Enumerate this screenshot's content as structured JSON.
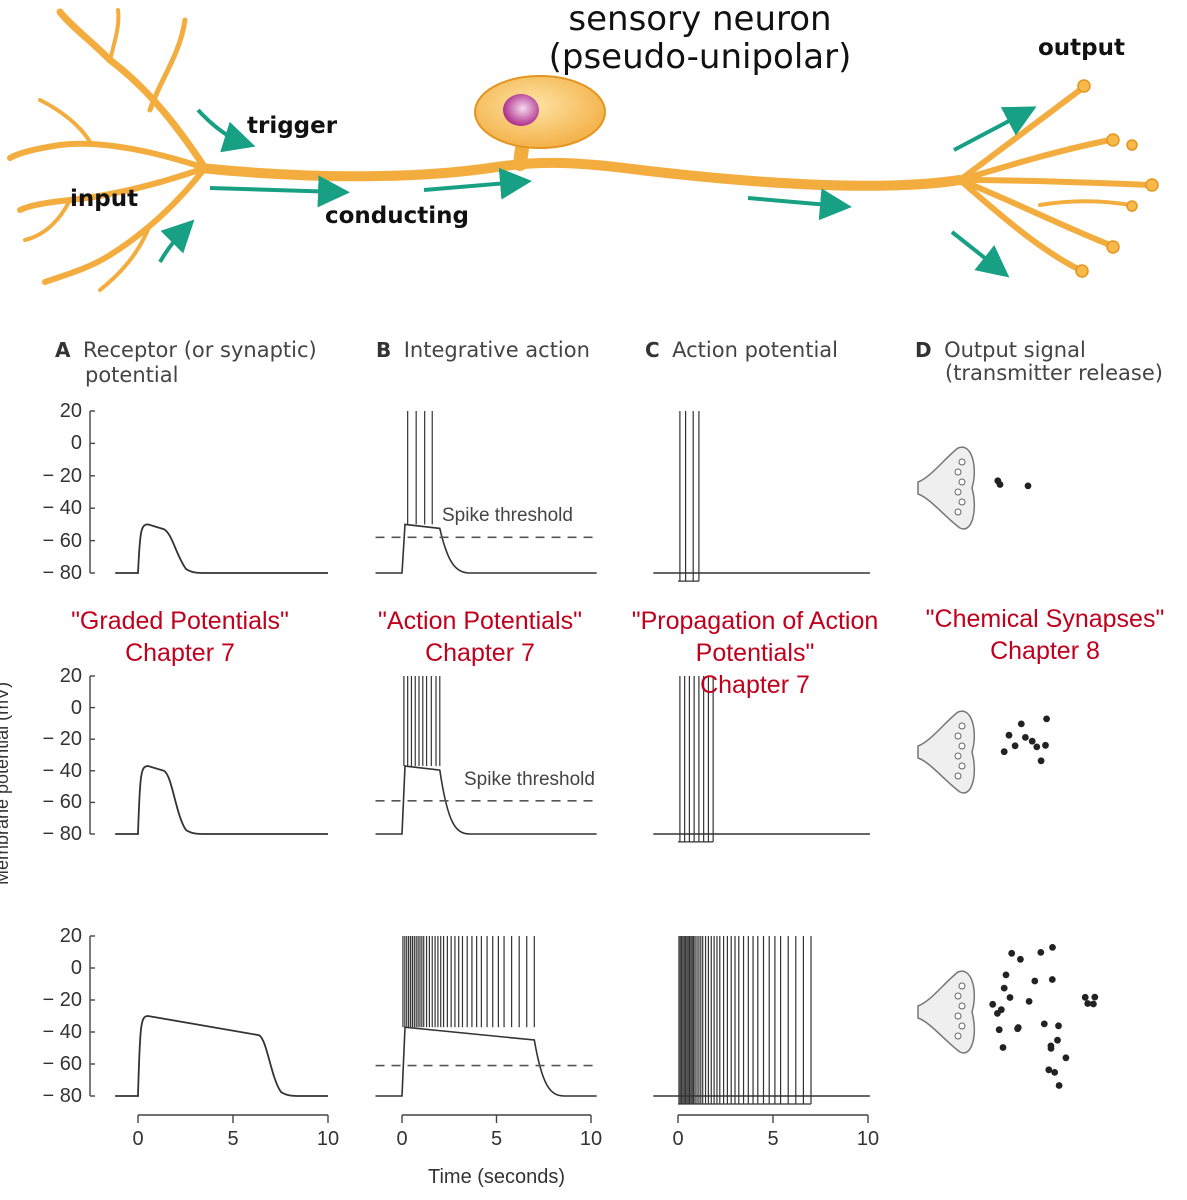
{
  "neuron": {
    "title_line1": "sensory neuron",
    "title_line2": "(pseudo-unipolar)",
    "labels": {
      "input": "input",
      "trigger": "trigger",
      "conducting": "conducting",
      "output": "output"
    },
    "colors": {
      "neuron": "#f5b040",
      "neuron_edge": "#e3951f",
      "soma": "#f7bd4d",
      "nucleus": "#b2258a",
      "arrow": "#17a084"
    }
  },
  "panels": {
    "A": {
      "letter": "A",
      "title_line1": "Receptor (or synaptic)",
      "title_line2": "potential"
    },
    "B": {
      "letter": "B",
      "title_line1": "Integrative action"
    },
    "C": {
      "letter": "C",
      "title_line1": "Action potential"
    },
    "D": {
      "letter": "D",
      "title_line1": "Output signal",
      "title_line2": "(transmitter release)"
    }
  },
  "chapters": {
    "A": {
      "line1": "\"Graded Potentials\"",
      "line2": "Chapter 7"
    },
    "B": {
      "line1": "\"Action Potentials\"",
      "line2": "Chapter 7"
    },
    "C": {
      "line1": "\"Propagation of Action",
      "line2": "Potentials\"",
      "line3": "Chapter 7"
    },
    "D": {
      "line1": "\"Chemical Synapses\"",
      "line2": "Chapter 8"
    },
    "color": "#c0001c"
  },
  "axes": {
    "y_label": "Membrane potential (mV)",
    "y_ticks": [
      "20",
      "0",
      "− 20",
      "− 40",
      "− 60",
      "− 80"
    ],
    "x_ticks": [
      "0",
      "5",
      "10"
    ],
    "x_label": "Time (seconds)",
    "threshold_label": "Spike threshold"
  },
  "chart_data": {
    "type": "line",
    "x_range": [
      0,
      10
    ],
    "y_range": [
      -80,
      20
    ],
    "x_unit": "seconds",
    "y_unit": "mV",
    "rows": [
      {
        "receptor_plateau_mV": -50,
        "stimulus_start_s": 0,
        "stimulus_end_s": 2,
        "threshold_mV": -58,
        "integrative_spike_times_s": [
          0.3,
          0.75,
          1.2,
          1.6
        ],
        "ap_spike_times_s": [
          0.1,
          0.4,
          0.8,
          1.1
        ],
        "transmitter_vesicles": 3
      },
      {
        "receptor_plateau_mV": -37,
        "stimulus_start_s": 0,
        "stimulus_end_s": 2,
        "threshold_mV": -59,
        "integrative_spike_times_s": [
          0.1,
          0.3,
          0.5,
          0.7,
          0.9,
          1.1,
          1.3,
          1.55,
          1.8,
          2.0
        ],
        "ap_spike_times_s": [
          0.1,
          0.35,
          0.6,
          0.85,
          1.1,
          1.35,
          1.6,
          1.85
        ],
        "transmitter_vesicles": 10
      },
      {
        "receptor_plateau_mV": -30,
        "stimulus_start_s": 0,
        "stimulus_end_s": 7,
        "threshold_mV": -61,
        "integrative_spike_times_s": [
          0.05,
          0.15,
          0.25,
          0.35,
          0.45,
          0.55,
          0.65,
          0.75,
          0.85,
          0.95,
          1.05,
          1.15,
          1.3,
          1.45,
          1.6,
          1.75,
          1.9,
          2.05,
          2.2,
          2.4,
          2.6,
          2.8,
          3.0,
          3.2,
          3.45,
          3.7,
          3.95,
          4.2,
          4.5,
          4.8,
          5.1,
          5.4,
          5.8,
          6.2,
          6.6,
          7.0
        ],
        "ap_spike_times_s": [
          0.05,
          0.12,
          0.19,
          0.26,
          0.33,
          0.4,
          0.47,
          0.54,
          0.61,
          0.68,
          0.75,
          0.82,
          0.9,
          1.0,
          1.1,
          1.2,
          1.3,
          1.45,
          1.6,
          1.75,
          1.9,
          2.05,
          2.2,
          2.4,
          2.6,
          2.8,
          3.0,
          3.2,
          3.45,
          3.7,
          3.95,
          4.2,
          4.5,
          4.8,
          5.1,
          5.4,
          5.8,
          6.2,
          6.6,
          7.0
        ],
        "transmitter_vesicles": 30
      }
    ]
  }
}
